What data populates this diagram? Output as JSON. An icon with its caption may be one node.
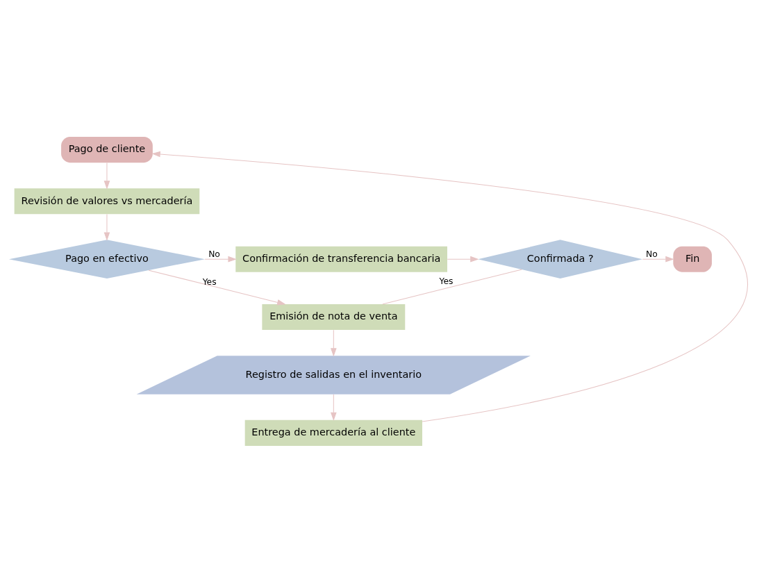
{
  "diagram": {
    "nodes": [
      {
        "text": [
          "Pago de cliente"
        ]
      },
      {
        "text": [
          "Revisión de valores vs mercadería"
        ]
      },
      {
        "text": [
          "Pago en efectivo"
        ]
      },
      {
        "text": [
          "Confirmación de transferencia bancaria"
        ]
      },
      {
        "text": [
          "Confirmada ?"
        ]
      },
      {
        "text": [
          "Fin"
        ]
      },
      {
        "text": [
          "Emisión de nota de venta"
        ]
      },
      {
        "text": [
          "Registro de salidas en el inventario"
        ]
      },
      {
        "text": [
          "Entrega de mercadería al cliente"
        ]
      }
    ],
    "edges": [
      {
        "from": 0,
        "to": 1,
        "arrow": "to"
      },
      {
        "from": 1,
        "to": 2,
        "arrow": "to"
      },
      {
        "from": 2,
        "to": 3,
        "arrow": "to",
        "label": "No"
      },
      {
        "from": 3,
        "to": 4,
        "arrow": "to"
      },
      {
        "from": 4,
        "to": 5,
        "arrow": "to",
        "label": "No"
      },
      {
        "from": 2,
        "to": 6,
        "arrow": "to",
        "label": "Yes"
      },
      {
        "from": 4,
        "to": 6,
        "arrow": "none",
        "label": "Yes"
      },
      {
        "from": 6,
        "to": 7,
        "arrow": "to"
      },
      {
        "from": 7,
        "to": 8,
        "arrow": "to"
      },
      {
        "from": 8,
        "to": 0,
        "arrow": "to"
      }
    ]
  }
}
